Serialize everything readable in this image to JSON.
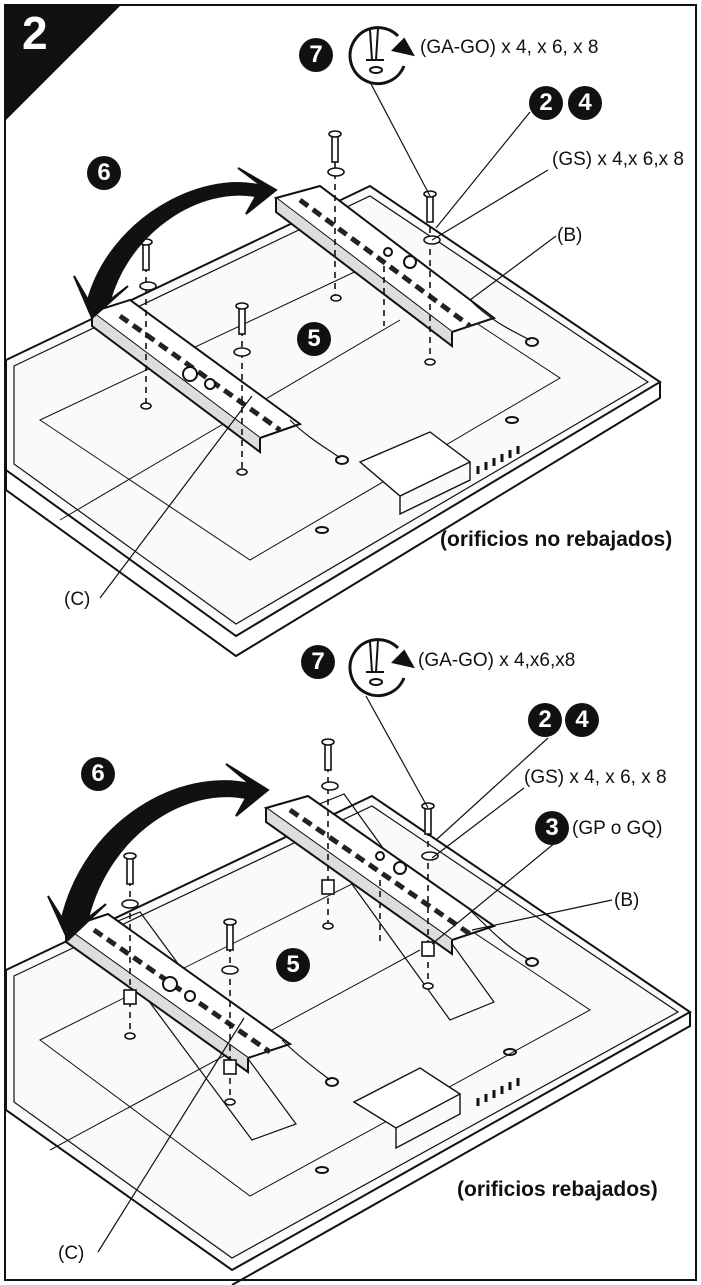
{
  "step_number": "2",
  "panel_top": {
    "callouts": {
      "tighten": "7",
      "washer_screw": [
        "2",
        "4"
      ],
      "swivel": "6",
      "bracket_place": "5"
    },
    "labels": {
      "screws": "(GA-GO) x 4, x 6, x 8",
      "washers": "(GS) x 4,x 6,x 8",
      "bracket_b": "(B)",
      "bracket_c": "(C)",
      "caption": "(orificios no rebajados)"
    }
  },
  "panel_bottom": {
    "callouts": {
      "tighten": "7",
      "washer_screw": [
        "2",
        "4"
      ],
      "spacer": "3",
      "swivel": "6",
      "bracket_place": "5"
    },
    "labels": {
      "screws": "(GA-GO) x 4,x6,x8",
      "washers": "(GS) x 4, x 6, x 8",
      "spacers": "(GP o GQ)",
      "bracket_b": "(B)",
      "bracket_c": "(C)",
      "caption": "(orificios rebajados)"
    }
  },
  "icons": [
    "screwdriver-rotate-icon",
    "curved-double-arrow-icon",
    "screw-icon",
    "washer-icon",
    "spacer-icon"
  ]
}
